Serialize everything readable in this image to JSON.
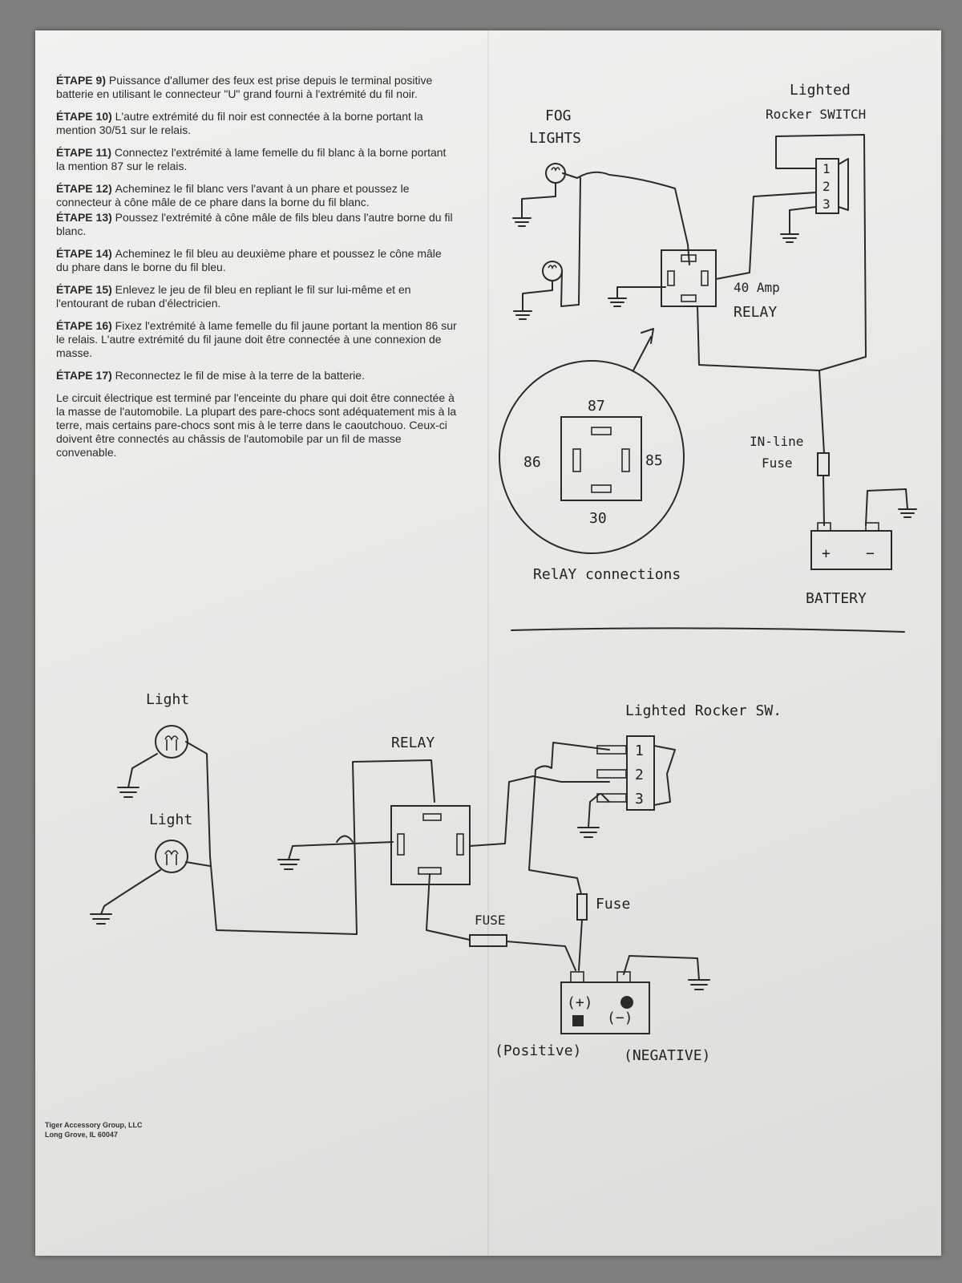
{
  "instructions": {
    "steps": [
      {
        "tag": "ÉTAPE 9)",
        "text": "Puissance d'allumer des feux est prise depuis le terminal positive batterie en utilisant le connecteur \"U\" grand fourni à l'extrémité du fil noir."
      },
      {
        "tag": "ÉTAPE 10)",
        "text": "L'autre extrémité du fil noir est connectée à la borne portant la mention 30/51 sur le relais."
      },
      {
        "tag": "ÉTAPE 11)",
        "text": "Connectez l'extrémité à lame femelle du fil blanc à la borne portant la mention 87 sur le relais."
      },
      {
        "tag": "ÉTAPE 12)",
        "text": "Acheminez le fil blanc vers l'avant à un phare et poussez le connecteur à cône mâle de ce phare dans la borne du fil blanc."
      },
      {
        "tag": "ÉTAPE 13)",
        "text": "Poussez l'extrémité à cône mâle de fils bleu dans l'autre borne du fil blanc."
      },
      {
        "tag": "ÉTAPE 14)",
        "text": "Acheminez le fil bleu au deuxième phare et poussez le cône mâle du phare dans le borne du fil bleu."
      },
      {
        "tag": "ÉTAPE 15)",
        "text": "Enlevez le jeu de fil bleu en repliant le fil sur lui-même et en l'entourant de ruban d'électricien."
      },
      {
        "tag": "ÉTAPE 16)",
        "text": "Fixez l'extrémité à lame femelle du fil jaune portant la mention 86 sur le relais. L'autre extrémité du fil jaune doit être connectée à une connexion de masse."
      },
      {
        "tag": "ÉTAPE 17)",
        "text": "Reconnectez le fil de mise à la terre de la batterie."
      }
    ],
    "closing": "Le circuit électrique est terminé par l'enceinte du phare qui doit être connectée à la masse de l'automobile. La plupart des pare-chocs sont adéquatement mis à la terre, mais certains pare-chocs sont mis à le terre dans le caoutchouo. Ceux-ci doivent être connectés au châssis de l'automobile par un fil de masse convenable."
  },
  "company": {
    "line1": "Tiger Accessory Group, LLC",
    "line2": "Long Grove, IL 60047"
  },
  "diagram_top": {
    "fog_lights": [
      "FOG",
      "LIGHTS"
    ],
    "switch_label": [
      "Lighted",
      "Rocker SWITCH"
    ],
    "switch_pins": [
      "1",
      "2",
      "3"
    ],
    "relay_label": [
      "40 Amp",
      "RELAY"
    ],
    "fuse_label": [
      "IN-line",
      "Fuse"
    ],
    "battery_plus": "+",
    "battery_minus": "−",
    "battery_label": "BATTERY",
    "relay_pins": {
      "top": "87",
      "left": "86",
      "right": "85",
      "bottom": "30"
    },
    "relay_connections_label": "RelAY connections"
  },
  "diagram_bottom": {
    "light1": "Light",
    "light2": "Light",
    "relay": "RELAY",
    "switch_label": "Lighted Rocker SW.",
    "switch_pins": [
      "1",
      "2",
      "3"
    ],
    "fuse1": "FUSE",
    "fuse2": "Fuse",
    "battery_plus": "(+)",
    "battery_minus": "(−)",
    "positive": "(Positive)",
    "negative": "(NEGATIVE)"
  },
  "colors": {
    "page": "#ececea",
    "ink": "#2a2a2a",
    "background": "#7f7f7d"
  }
}
